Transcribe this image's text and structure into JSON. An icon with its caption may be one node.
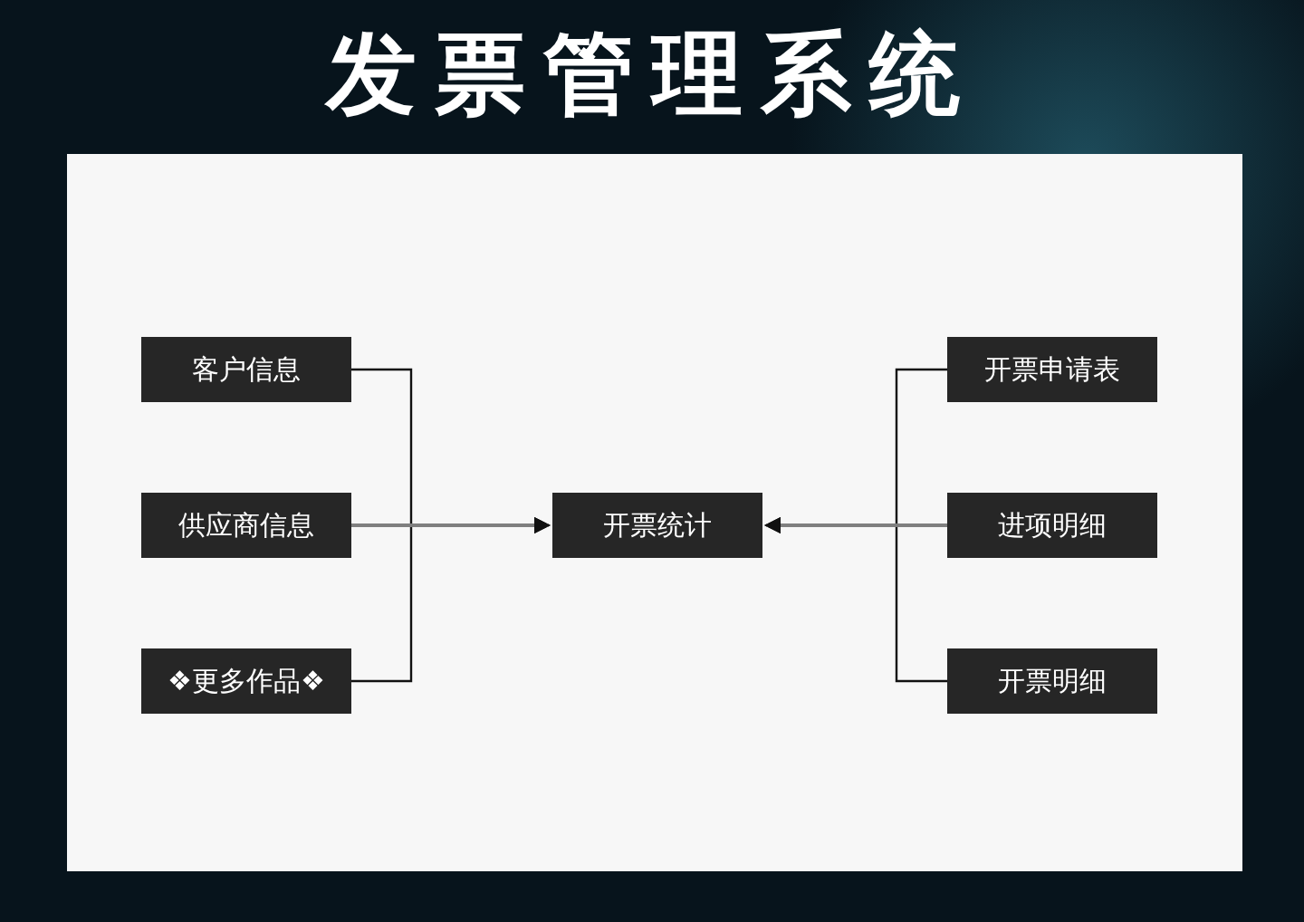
{
  "diagram": {
    "title": "发票管理系统",
    "nodes": [
      {
        "text": [
          "客户信息"
        ]
      },
      {
        "text": [
          "供应商信息"
        ]
      },
      {
        "text": [
          "❖更多作品❖"
        ]
      },
      {
        "text": [
          "开票统计"
        ]
      },
      {
        "text": [
          "开票申请表"
        ]
      },
      {
        "text": [
          "进项明细"
        ]
      },
      {
        "text": [
          "开票明细"
        ]
      }
    ],
    "edges": [
      {
        "from": 0,
        "to": 3,
        "arrow": "to"
      },
      {
        "from": 2,
        "to": 3,
        "arrow": "to"
      },
      {
        "from": 4,
        "to": 3,
        "arrow": "to"
      },
      {
        "from": 6,
        "to": 3,
        "arrow": "to"
      },
      {
        "from": 1,
        "to": 3,
        "arrow": "to",
        "color": "#7f7f7f"
      },
      {
        "from": 5,
        "to": 3,
        "arrow": "to",
        "color": "#7f7f7f"
      }
    ]
  }
}
